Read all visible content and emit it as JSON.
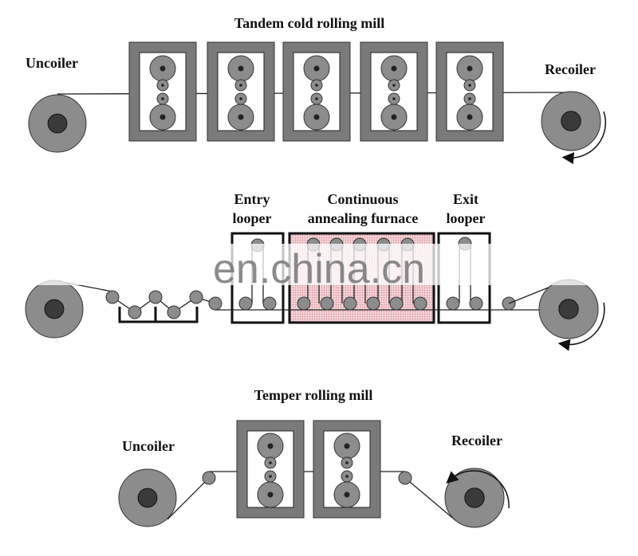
{
  "sections": {
    "tandem": {
      "title": "Tandem cold rolling mill",
      "uncoiler": "Uncoiler",
      "recoiler": "Recoiler",
      "stand_count": 5
    },
    "annealing": {
      "entry_looper": [
        "Entry",
        "looper"
      ],
      "furnace": [
        "Continuous",
        "annealing furnace"
      ],
      "exit_looper": [
        "Exit",
        "looper"
      ]
    },
    "temper": {
      "title": "Temper rolling mill",
      "uncoiler": "Uncoiler",
      "recoiler": "Recoiler",
      "stand_count": 2
    }
  },
  "watermark": "en.china.cn",
  "colors": {
    "frame": "#7a7a7a",
    "roll": "#8c8c8c",
    "core": "#3a3a3a",
    "furnace_fill": "#f2c6cc",
    "line": "#222222"
  }
}
